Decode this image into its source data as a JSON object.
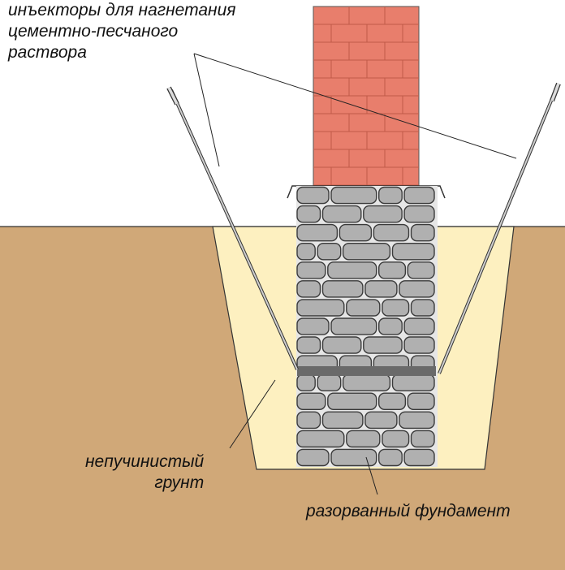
{
  "labels": {
    "injectors_line1": "инъекторы для нагнетания",
    "injectors_line2": "цементно-песчаного",
    "injectors_line3": "раствора",
    "soil_line1": "непучинистый",
    "soil_line2": "грунт",
    "foundation": "разорванный фундамент"
  },
  "colors": {
    "ground": "#d0a878",
    "backfill": "#fdf0c0",
    "brick_wall": "#e87e6c",
    "brick_mortar": "#c05a48",
    "stone": "#b0b0b0",
    "stone_outline": "#3a3a3a",
    "crack": "#6a6a6a",
    "injector": "#c8c8c8",
    "line": "#222222"
  }
}
